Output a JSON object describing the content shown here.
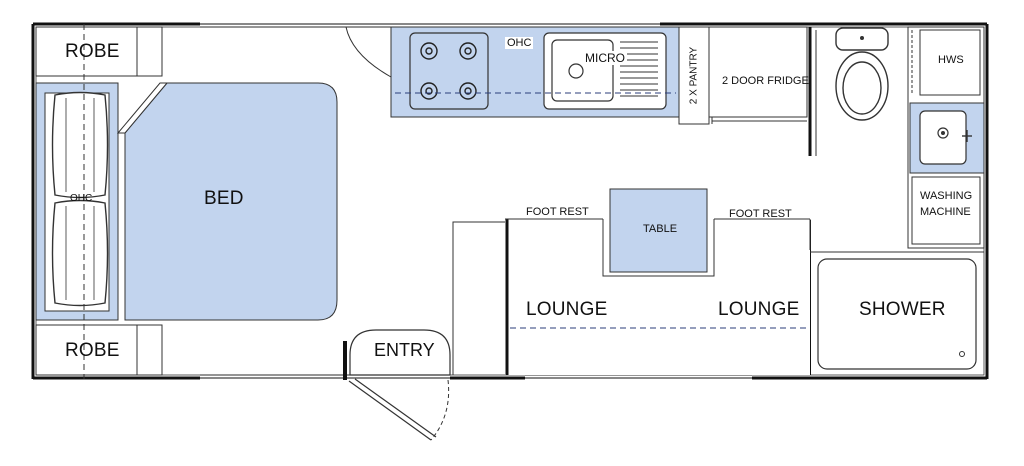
{
  "plan": {
    "colors": {
      "wall": "#111111",
      "fill": "#c2d4ee",
      "line": "#2b3e7a",
      "bg": "#ffffff"
    },
    "labels": {
      "robe_top": "ROBE",
      "robe_bottom": "ROBE",
      "bed": "BED",
      "ohc_bed": "OHC",
      "ohc_kitchen": "OHC",
      "micro": "MICRO",
      "pantry": "2 X PANTRY",
      "fridge": "2 DOOR FRIDGE",
      "hws": "HWS",
      "washing_line1": "WASHING",
      "washing_line2": "MACHINE",
      "foot_rest_left": "FOOT REST",
      "foot_rest_right": "FOOT REST",
      "table": "TABLE",
      "lounge_left": "LOUNGE",
      "lounge_right": "LOUNGE",
      "shower": "SHOWER",
      "entry": "ENTRY"
    }
  }
}
